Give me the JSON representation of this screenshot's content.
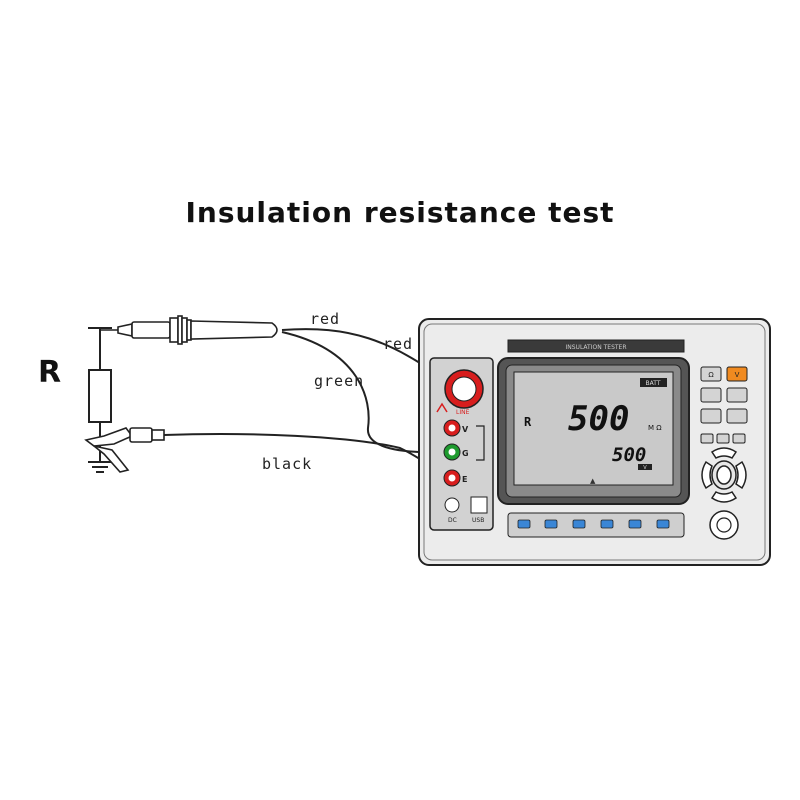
{
  "title": "Insulation resistance test",
  "component_label": "R",
  "wire_labels": {
    "red_top": "red",
    "red_mid": "red",
    "green": "green",
    "black": "black"
  },
  "device": {
    "header_text": "INSULATION TESTER",
    "lcd": {
      "mode": "R",
      "main_reading": "500",
      "main_unit": "M Ω",
      "sub_reading": "500",
      "sub_unit": "V",
      "badge": "BATT"
    },
    "terminals": [
      "V",
      "G",
      "E"
    ],
    "terminal_line_label": "LINE",
    "bottom_labels": [
      "DC",
      "USB"
    ],
    "keys": [
      "Ω",
      "V",
      "",
      "",
      "",
      ""
    ]
  },
  "colors": {
    "red": "#d81e1e",
    "green": "#1e9a2e",
    "panel": "#e2e2e2",
    "lcd": "#c9c9c9",
    "softkey": "#3a86d6",
    "orange": "#f08a20"
  }
}
